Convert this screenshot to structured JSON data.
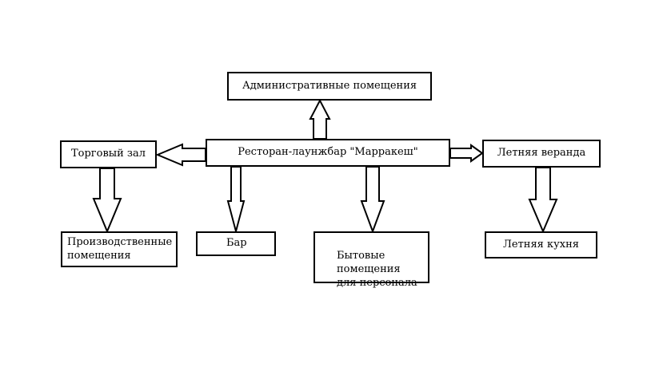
{
  "diagram": {
    "center": "Ресторан-лаунжбар \"Марракеш\"",
    "nodes": {
      "admin": "Административные помещения",
      "trade_hall": "Торговый зал",
      "veranda": "Летняя веранда",
      "production": "Производственные\nпомещения",
      "bar": "Бар",
      "household": "Бытовые\nпомещения\nдля персонала",
      "summer_kitchen": "Летняя кухня"
    }
  }
}
